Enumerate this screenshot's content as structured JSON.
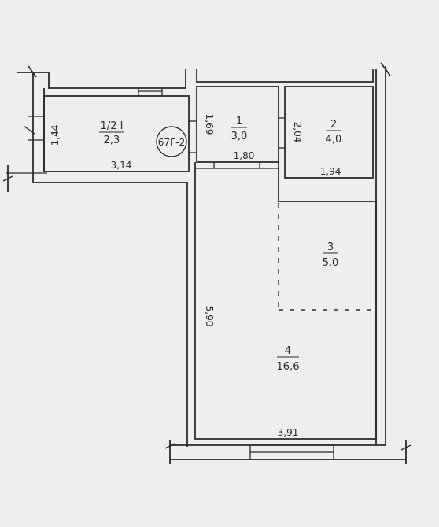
{
  "rooms": {
    "r1_2": {
      "number": "1/2 I",
      "area": "2,3"
    },
    "r1": {
      "number": "1",
      "area": "3,0"
    },
    "r2": {
      "number": "2",
      "area": "4,0"
    },
    "r3": {
      "number": "3",
      "area": "5,0"
    },
    "r4": {
      "number": "4",
      "area": "16,6"
    }
  },
  "dimensions": {
    "d_144": "1,44",
    "d_314": "3,14",
    "d_169": "1,69",
    "d_180": "1,80",
    "d_204": "2,04",
    "d_194": "1,94",
    "d_590": "5,90",
    "d_391": "3,91"
  },
  "marker": {
    "label": "67Г-2"
  },
  "colors": {
    "line": "#2a2a2a",
    "paper": "#eceeef"
  }
}
